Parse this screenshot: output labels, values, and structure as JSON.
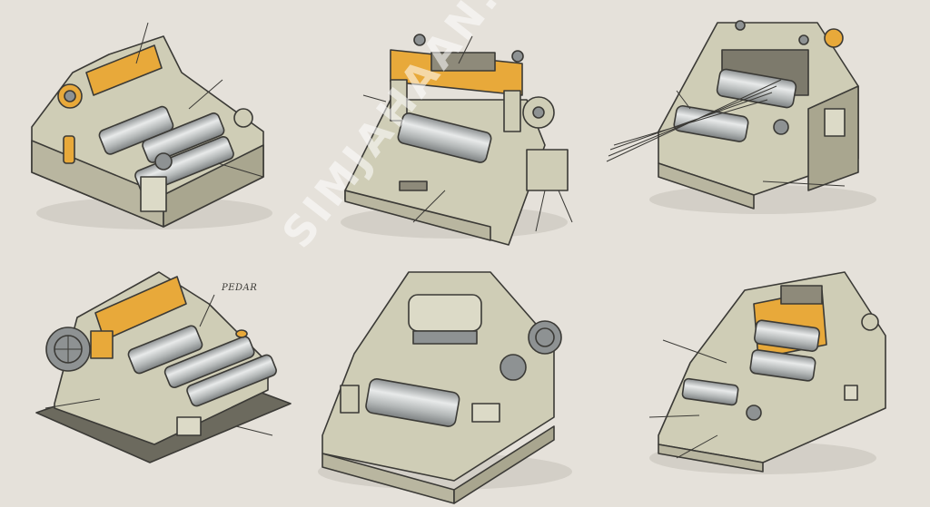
{
  "annotation_label": "PEDAR",
  "watermark": "SIMJAHAAN.COM",
  "colors": {
    "background": "#e5e1da",
    "body": "#cfcdb6",
    "body_shadow": "#a9a68f",
    "accent": "#e8a93a",
    "roller": "#b9bcbc",
    "ink": "#3b3a36"
  },
  "illustrations": [
    {
      "name": "roller-machine-1"
    },
    {
      "name": "roller-machine-2"
    },
    {
      "name": "roller-machine-3"
    },
    {
      "name": "roller-machine-4"
    },
    {
      "name": "roller-machine-5"
    },
    {
      "name": "roller-machine-6"
    }
  ]
}
